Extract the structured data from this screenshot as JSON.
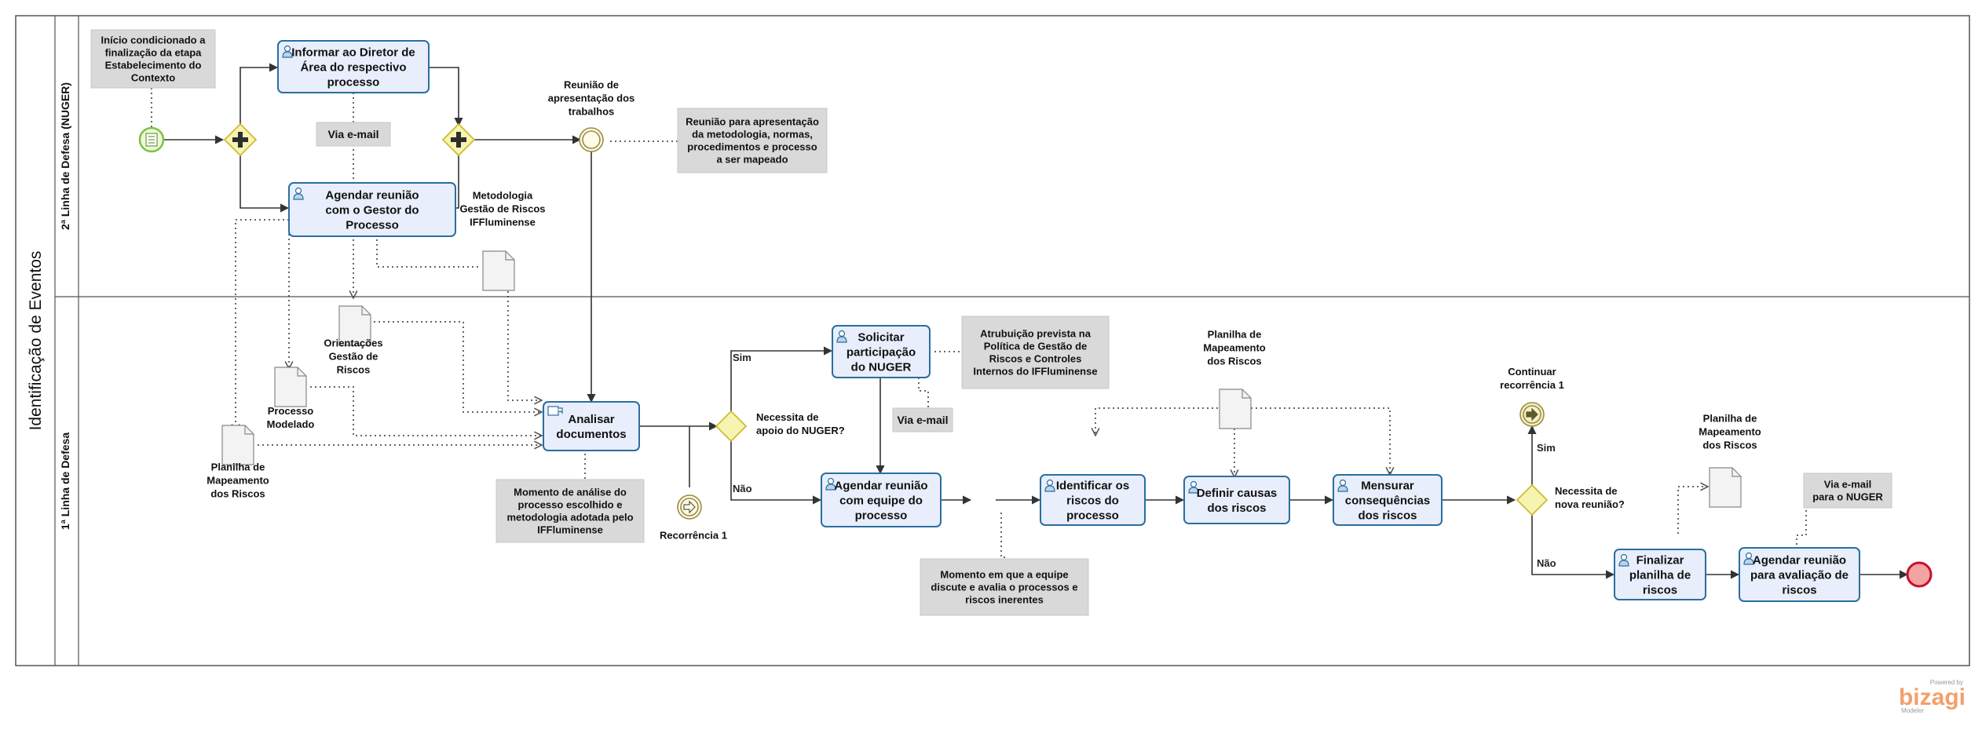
{
  "pool": {
    "title": "Identificação de Eventos"
  },
  "lanes": [
    {
      "id": "lane-top",
      "label": "2ª Linha de Defesa (NUGER)"
    },
    {
      "id": "lane-bottom",
      "label": "1ª Linha de Defesa"
    }
  ],
  "tasks": [
    {
      "id": "task-informar",
      "lines": [
        "Informar ao Diretor de",
        "Área do respectivo",
        "processo"
      ],
      "icon": "user-icon"
    },
    {
      "id": "task-agendar-gestor",
      "lines": [
        "Agendar reunião",
        "com o Gestor do",
        "Processo"
      ],
      "icon": "user-icon"
    },
    {
      "id": "task-analisar",
      "lines": [
        "Analisar",
        "documentos"
      ],
      "icon": "message-icon"
    },
    {
      "id": "task-solicitar",
      "lines": [
        "Solicitar",
        "participação",
        "do NUGER"
      ],
      "icon": "user-icon"
    },
    {
      "id": "task-agendar-equipe",
      "lines": [
        "Agendar reunião",
        "com equipe do",
        "processo"
      ],
      "icon": "user-icon"
    },
    {
      "id": "task-identificar",
      "lines": [
        "Identificar os",
        "riscos do",
        "processo"
      ],
      "icon": "user-icon"
    },
    {
      "id": "task-definir",
      "lines": [
        "Definir causas",
        "dos riscos"
      ],
      "icon": "user-icon"
    },
    {
      "id": "task-mensurar",
      "lines": [
        "Mensurar",
        "consequências",
        "dos riscos"
      ],
      "icon": "user-icon"
    },
    {
      "id": "task-finalizar",
      "lines": [
        "Finalizar",
        "planilha de",
        "riscos"
      ],
      "icon": "user-icon"
    },
    {
      "id": "task-agendar-avaliacao",
      "lines": [
        "Agendar reunião",
        "para avaliação de",
        "riscos"
      ],
      "icon": "user-icon"
    }
  ],
  "annotations": [
    {
      "id": "note-inicio",
      "lines": [
        "Início condicionado a",
        "finalização da etapa",
        "Estabelecimento do",
        "Contexto"
      ]
    },
    {
      "id": "note-via-email-1",
      "lines": [
        "Via e-mail"
      ]
    },
    {
      "id": "note-reuniao",
      "lines": [
        "Reunião para apresentação",
        "da metodologia, normas,",
        "procedimentos e processo",
        "a ser mapeado"
      ]
    },
    {
      "id": "note-atribuicao",
      "lines": [
        "Atrubuição prevista na",
        "Política de Gestão de",
        "Riscos e Controles",
        "Internos do IFFluminense"
      ]
    },
    {
      "id": "note-via-email-2",
      "lines": [
        "Via e-mail"
      ]
    },
    {
      "id": "note-momento-analise",
      "lines": [
        "Momento de análise do",
        "processo escolhido e",
        "metodologia adotada pelo",
        "IFFluminense"
      ]
    },
    {
      "id": "note-momento-equipe",
      "lines": [
        "Momento em que a equipe",
        "discute e avalia o processos e",
        "riscos inerentes"
      ]
    },
    {
      "id": "note-via-email-3",
      "lines": [
        "Via e-mail",
        "para o NUGER"
      ]
    }
  ],
  "documents": [
    {
      "id": "doc-metodologia",
      "lines": [
        "Metodologia",
        "Gestão de Riscos",
        "IFFluminense"
      ]
    },
    {
      "id": "doc-orientacoes",
      "lines": [
        "Orientações",
        "Gestão de",
        "Riscos"
      ]
    },
    {
      "id": "doc-processo-modelado",
      "lines": [
        "Processo",
        "Modelado"
      ]
    },
    {
      "id": "doc-planilha-1",
      "lines": [
        "Planilha de",
        "Mapeamento",
        "dos Riscos"
      ]
    },
    {
      "id": "doc-planilha-2",
      "lines": [
        "Planilha de",
        "Mapeamento",
        "dos Riscos"
      ]
    },
    {
      "id": "doc-planilha-3",
      "lines": [
        "Planilha de",
        "Mapeamento",
        "dos Riscos"
      ]
    }
  ],
  "gateways": [
    {
      "id": "gw-apoio",
      "lines": [
        "Necessita de",
        "apoio do NUGER?"
      ]
    },
    {
      "id": "gw-nova-reuniao",
      "lines": [
        "Necessita de",
        "nova reunião?"
      ]
    }
  ],
  "events": [
    {
      "id": "ev-reuniao-apresentacao",
      "lines": [
        "Reunião de",
        "apresentação dos",
        "trabalhos"
      ]
    },
    {
      "id": "ev-recorrencia",
      "lines": [
        "Recorrência 1"
      ]
    },
    {
      "id": "ev-continuar",
      "lines": [
        "Continuar",
        "recorrência 1"
      ]
    }
  ],
  "flow_labels": {
    "sim": "Sim",
    "nao": "Não"
  },
  "branding": {
    "powered": "Powered by",
    "brand": "bizagi",
    "product": "Modeler"
  },
  "colors": {
    "task_fill": "#e8eefb",
    "task_stroke": "#2a6f9e",
    "gateway_fill": "#f7f3b0",
    "gateway_stroke": "#c9b92a",
    "start_stroke": "#7cc242",
    "start_fill": "#eef9dc",
    "end_fill": "#f4a3a3",
    "end_stroke": "#c8102e",
    "annotation_fill": "#d9d9d9",
    "brand": "#f3a06b"
  }
}
